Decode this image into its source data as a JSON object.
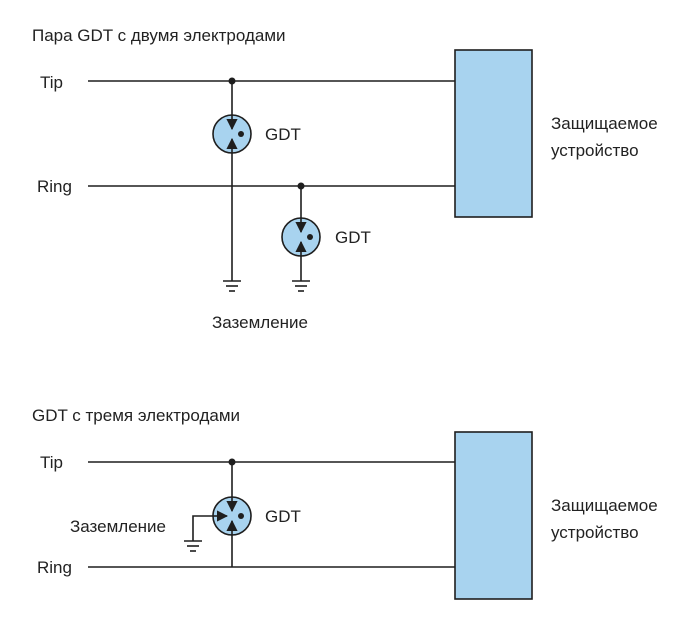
{
  "colors": {
    "gdt_fill": "#a8d3ef",
    "device_fill": "#a8d3ef",
    "line": "#1e1e1e",
    "text": "#222222"
  },
  "top_diagram": {
    "title": "Пара GDT с двумя электродами",
    "tip_label": "Tip",
    "ring_label": "Ring",
    "gdt1_label": "GDT",
    "gdt2_label": "GDT",
    "ground_label": "Заземление",
    "device_label_line1": "Защищаемое",
    "device_label_line2": "устройство"
  },
  "bottom_diagram": {
    "title": "GDT с тремя электродами",
    "tip_label": "Tip",
    "ring_label": "Ring",
    "gdt_label": "GDT",
    "ground_label": "Заземление",
    "device_label_line1": "Защищаемое",
    "device_label_line2": "устройство"
  }
}
